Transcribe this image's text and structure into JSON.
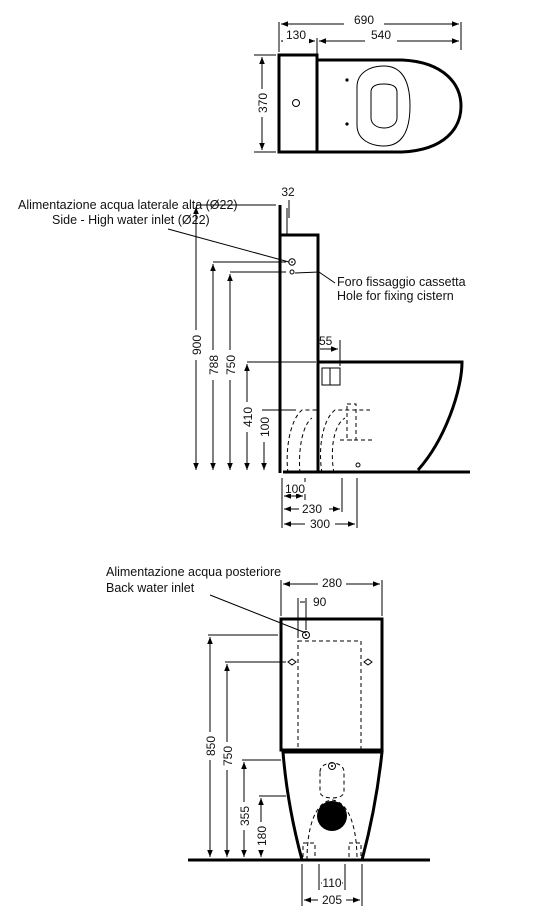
{
  "top_view": {
    "dims": {
      "overall_length": "690",
      "cistern_depth": "130",
      "bowl_length": "540",
      "width": "370"
    }
  },
  "side_view": {
    "side_inlet_note": {
      "it": "Alimentazione acqua laterale alta (Ø22)",
      "en": "Side - High water inlet (Ø22)"
    },
    "fixing_hole_note": {
      "it": "Foro fissaggio cassetta",
      "en": "Hole for fixing cistern"
    },
    "dims": {
      "cistern_thickness": "32",
      "height_900": "900",
      "height_788": "788",
      "height_750": "750",
      "height_410": "410",
      "height_100": "100",
      "outlet_55": "55",
      "floor_100": "100",
      "floor_230": "230",
      "floor_300": "300"
    }
  },
  "back_view": {
    "back_inlet_note": {
      "it": "Alimentazione acqua posteriore",
      "en": "Back water inlet"
    },
    "dims": {
      "width_280": "280",
      "offset_90": "90",
      "height_850": "850",
      "height_750": "750",
      "height_355": "355",
      "height_180": "180",
      "feet_110": "110",
      "feet_205": "205"
    }
  }
}
